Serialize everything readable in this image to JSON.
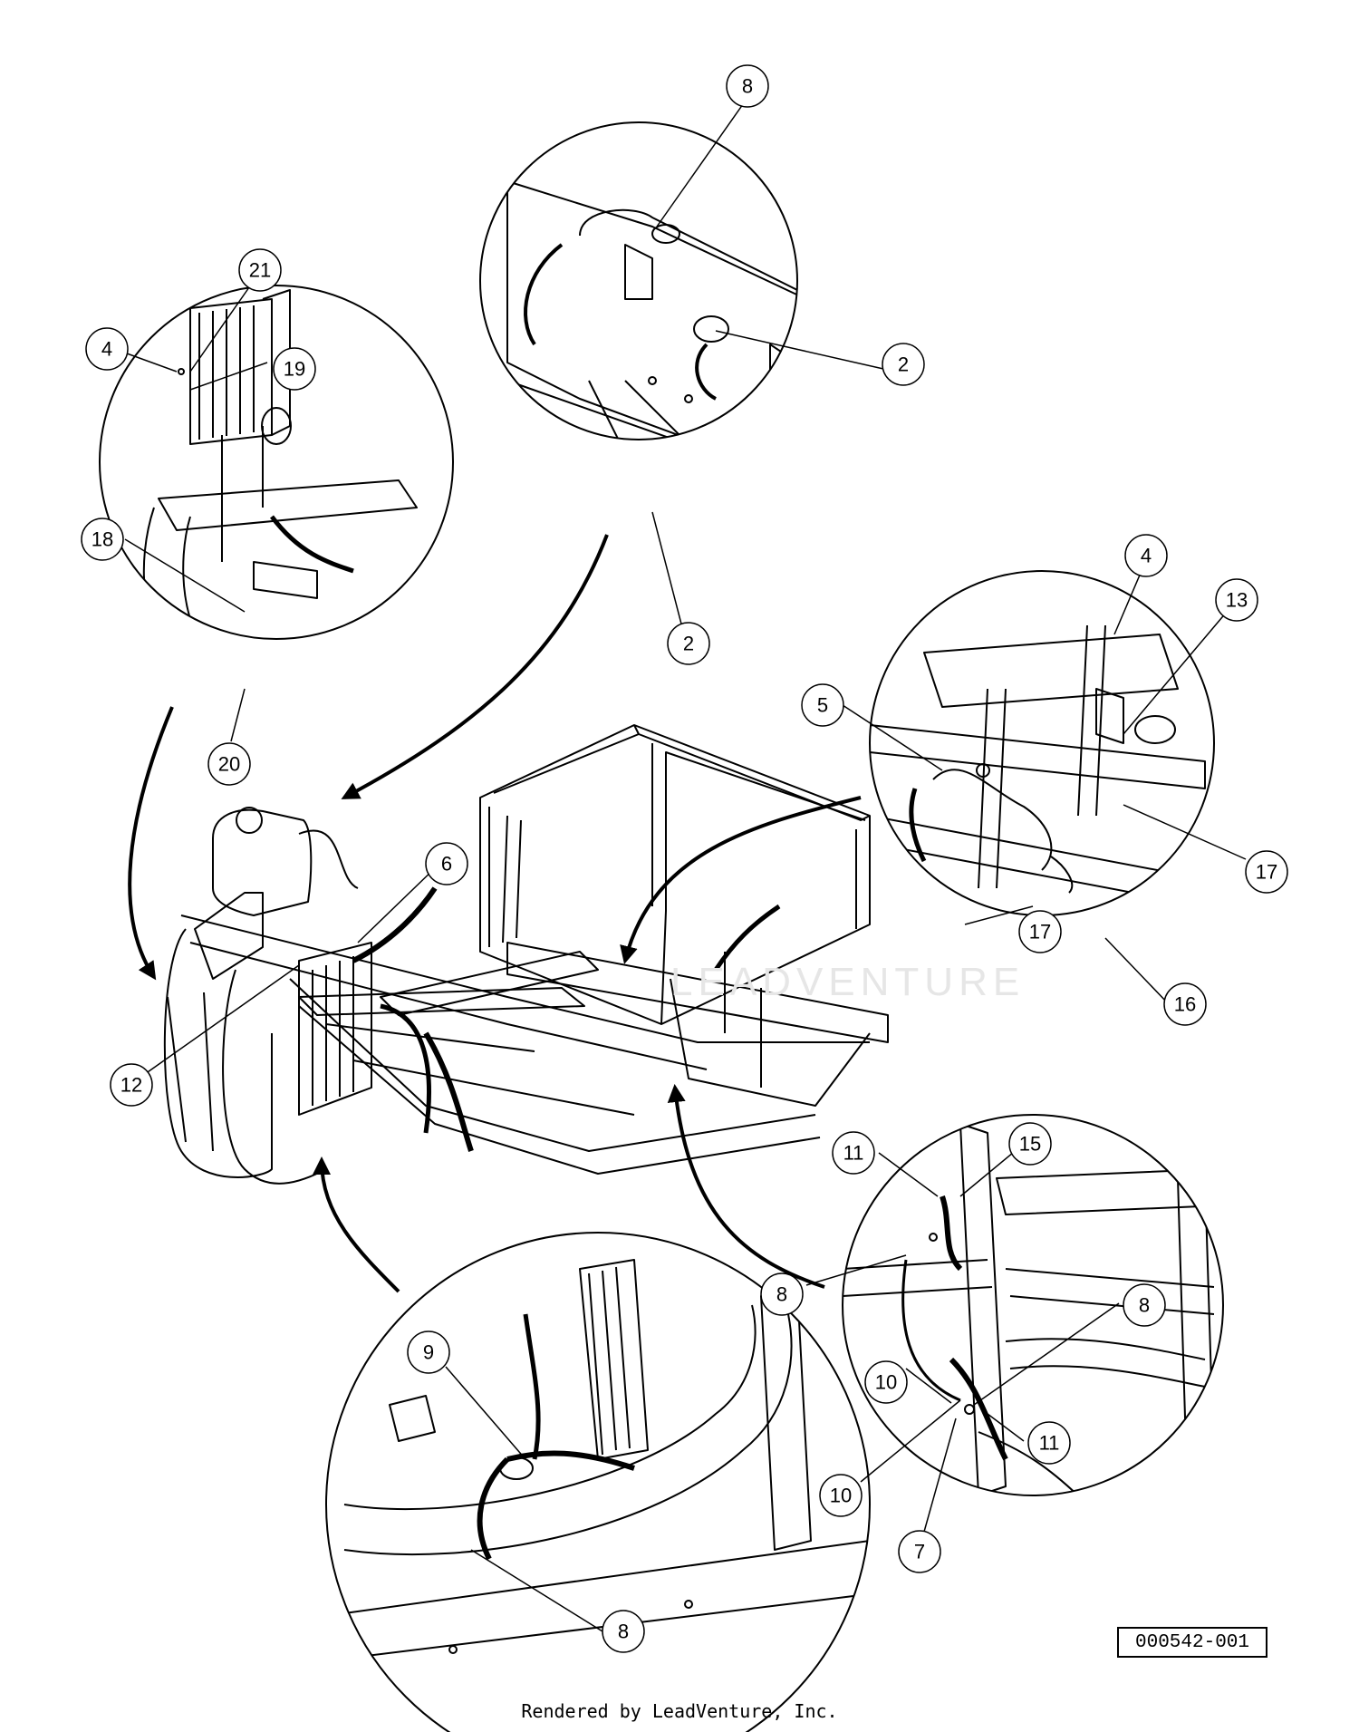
{
  "diagram": {
    "callouts": [
      "8",
      "2",
      "2",
      "21",
      "4",
      "19",
      "18",
      "20",
      "4",
      "13",
      "5",
      "17",
      "17",
      "16",
      "6",
      "12",
      "11",
      "15",
      "8",
      "8",
      "10",
      "10",
      "11",
      "7",
      "9",
      "8"
    ],
    "part_number": "000542-001",
    "footer": "Rendered by LeadVenture, Inc."
  }
}
